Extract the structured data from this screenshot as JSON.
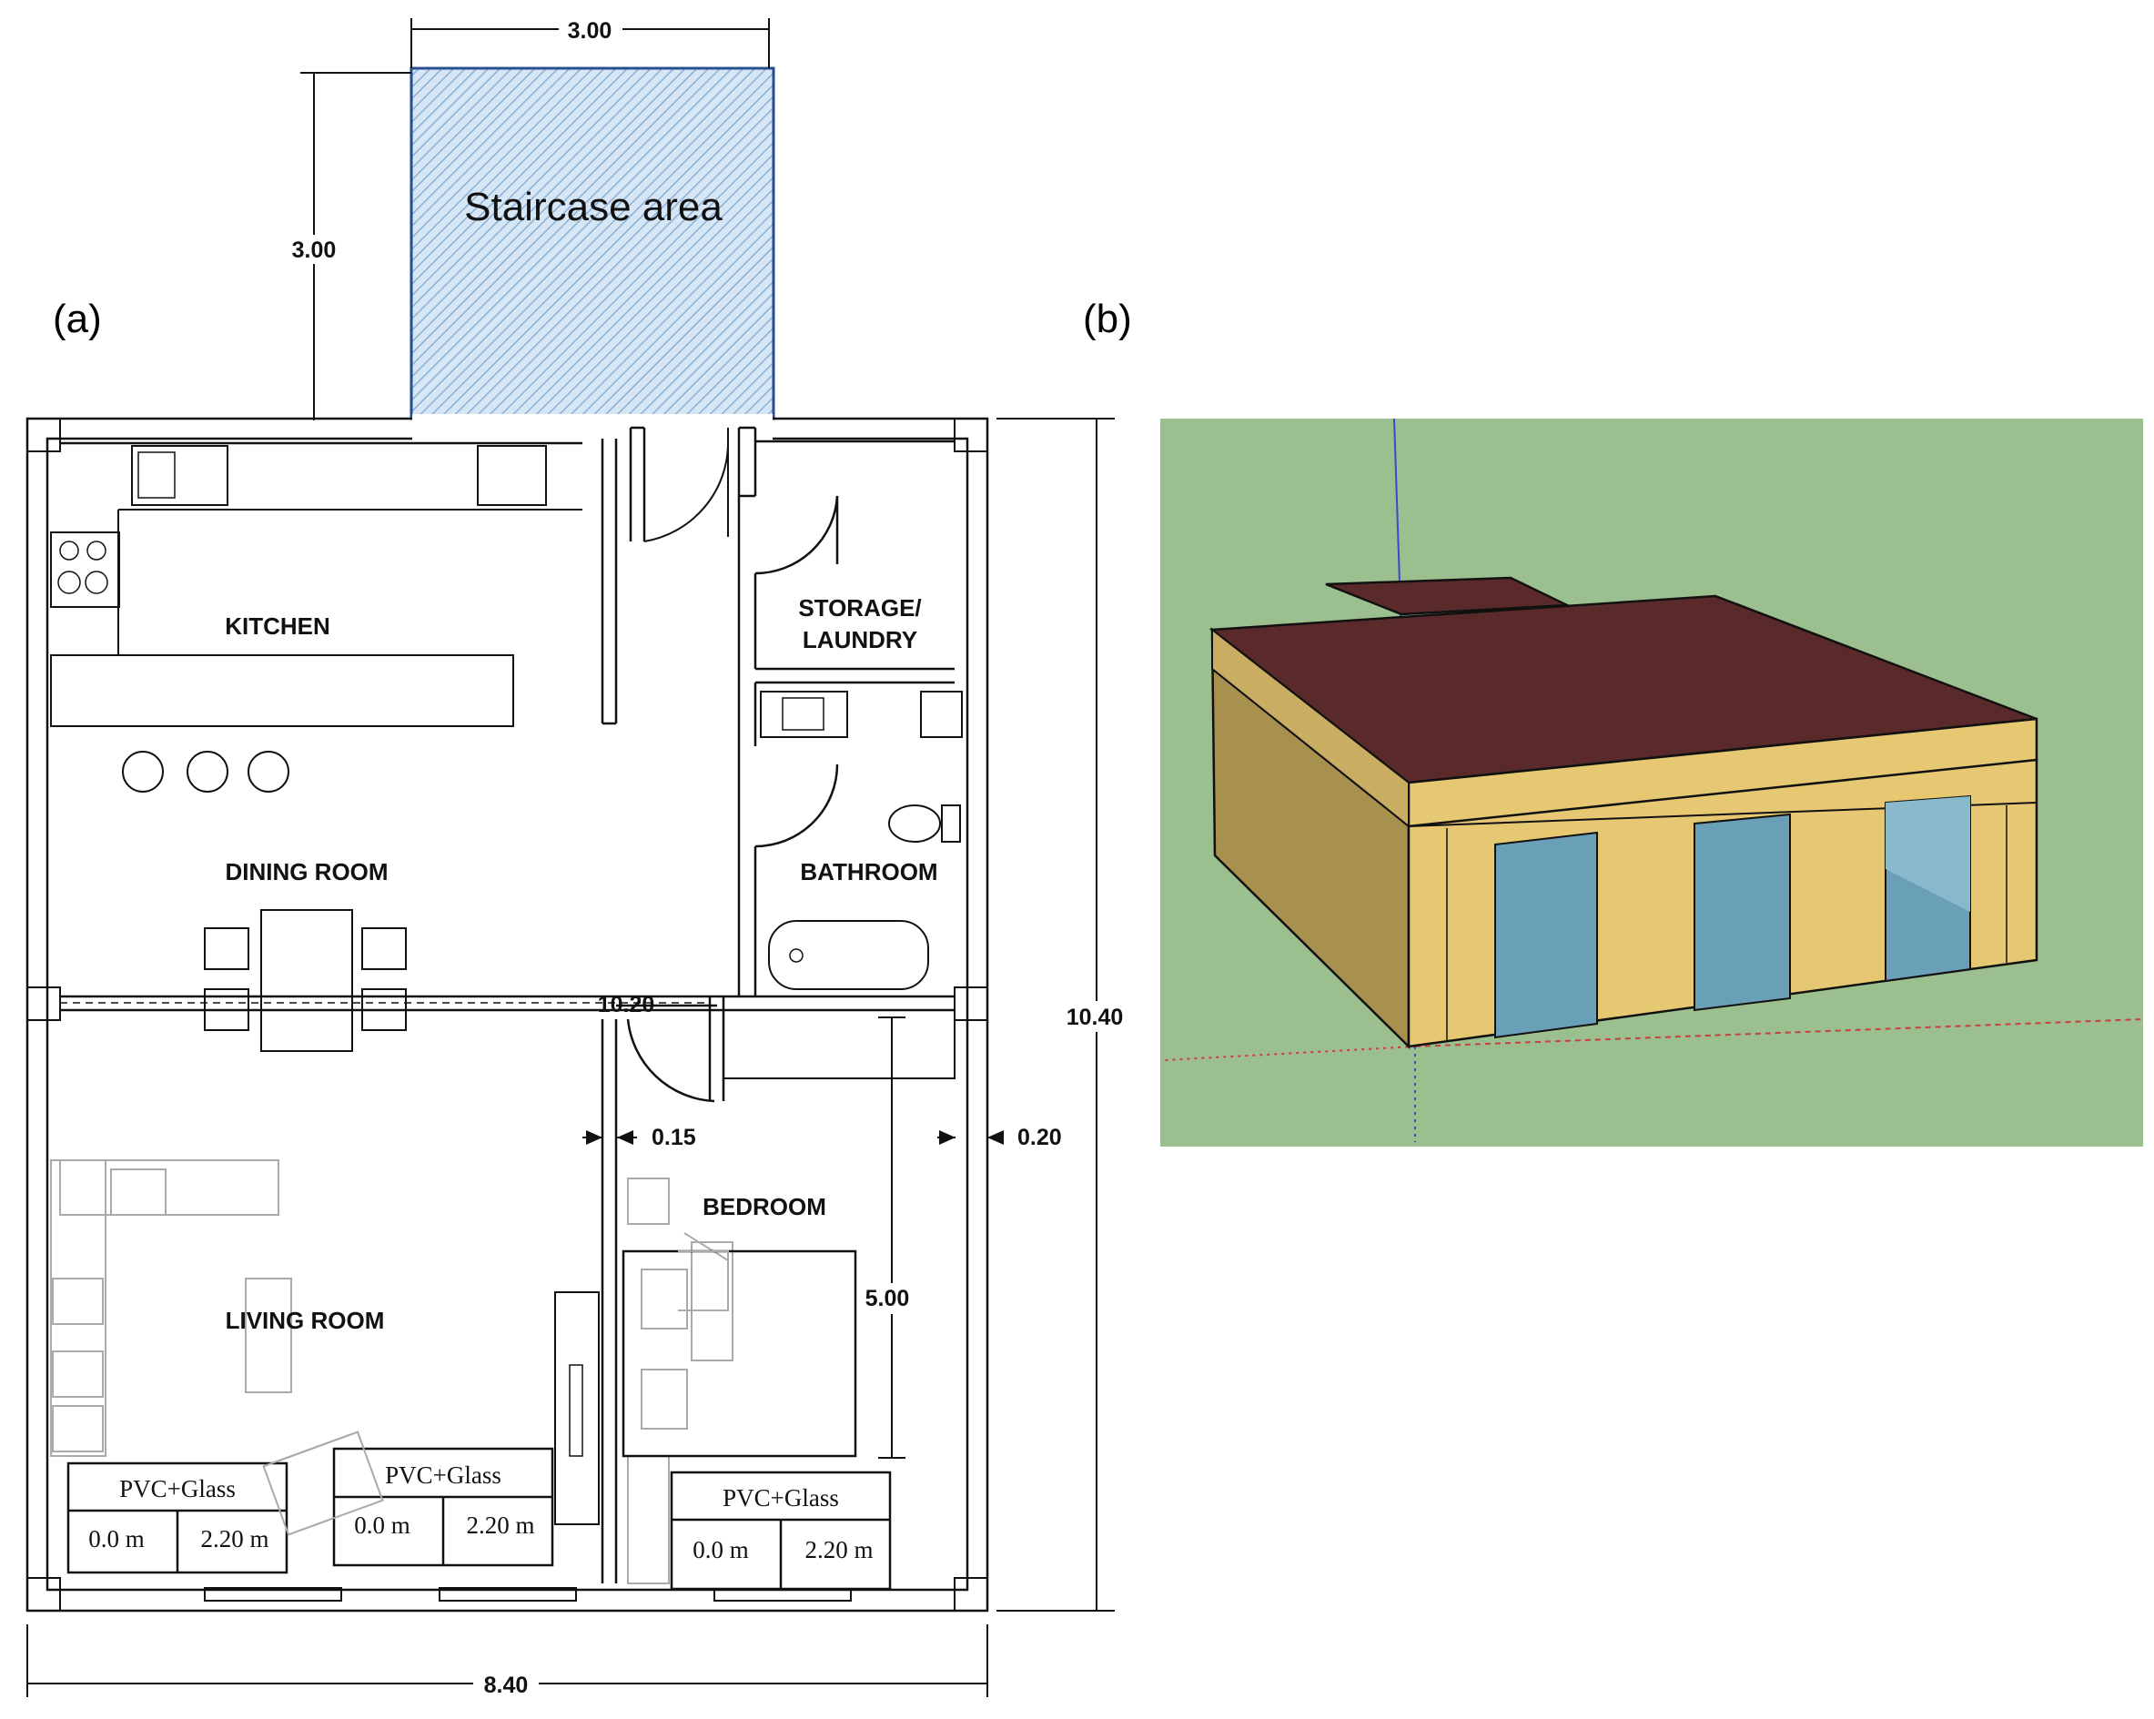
{
  "panels": {
    "a": "(a)",
    "b": "(b)"
  },
  "staircase": {
    "label": "Staircase area",
    "width": "3.00",
    "height": "3.00"
  },
  "rooms": {
    "kitchen": "KITCHEN",
    "dining": "DINING ROOM",
    "living": "LIVING ROOM",
    "storage_line1": "STORAGE/",
    "storage_line2": "LAUNDRY",
    "bathroom": "BATHROOM",
    "bedroom": "BEDROOM"
  },
  "dimensions": {
    "total_width": "8.40",
    "total_height": "10.40",
    "interior_width": "10.20",
    "inner_wall": "0.15",
    "outer_wall": "0.20",
    "bedroom_depth": "5.00"
  },
  "windows": [
    {
      "material": "PVC+Glass",
      "sill": "0.0 m",
      "height": "2.20 m"
    },
    {
      "material": "PVC+Glass",
      "sill": "0.0 m",
      "height": "2.20 m"
    },
    {
      "material": "PVC+Glass",
      "sill": "0.0 m",
      "height": "2.20 m"
    }
  ],
  "model_colors": {
    "ground": "#9bbf8e",
    "roof": "#5a2a2a",
    "wall_front": "#e6c873",
    "wall_side": "#a8904f",
    "glass": "#6a9fb8"
  }
}
